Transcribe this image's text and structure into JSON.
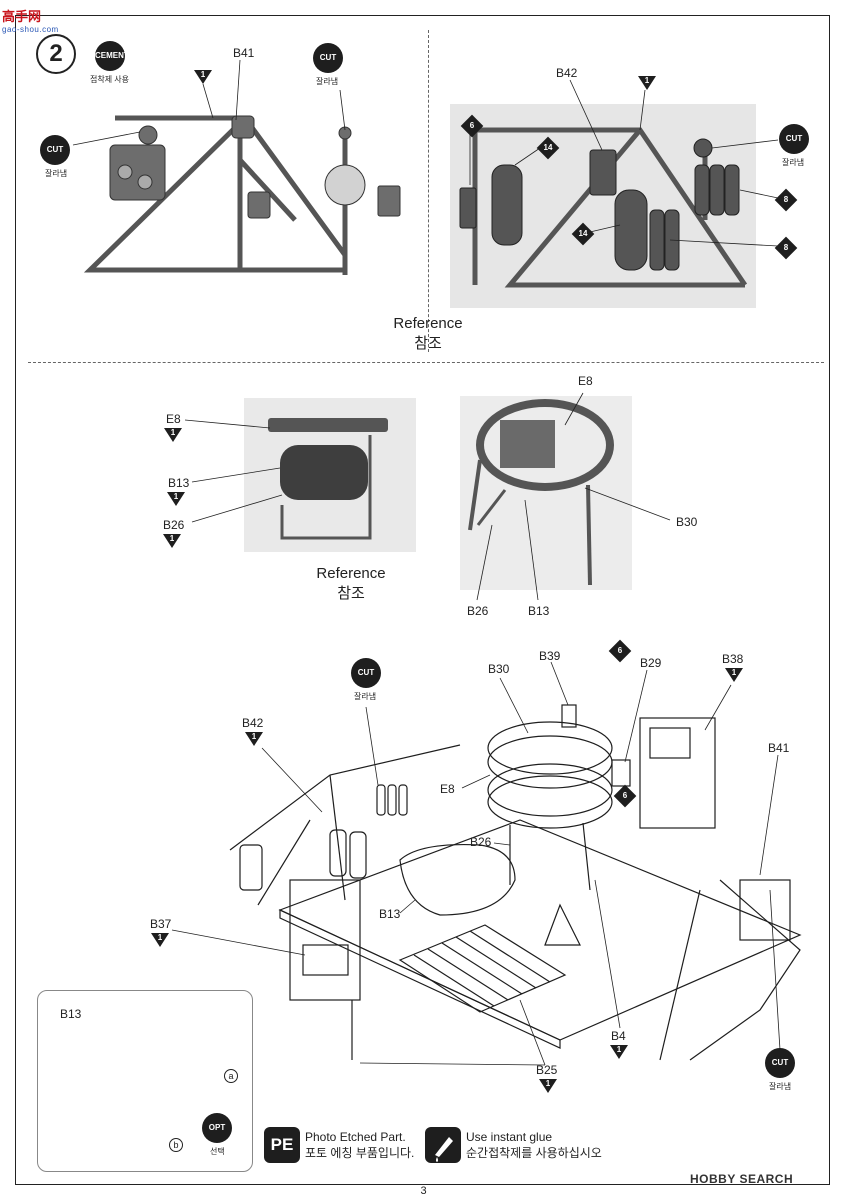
{
  "watermark": {
    "brand": "高手网",
    "url": "gao-shou.com"
  },
  "step": {
    "number": "2"
  },
  "badges": {
    "cement_label": "CEMENT",
    "cement_caption": "접착제 사용",
    "cut_label": "CUT",
    "cut_caption": "잘라냄",
    "opt_label": "OPT",
    "opt_caption": "선택"
  },
  "top_left_sprue": {
    "part_label": "B41",
    "runner_number": "1"
  },
  "top_right_sprue": {
    "part_label": "B42",
    "runner_number": "1",
    "diamond_six": "6",
    "diamond_fourteen_a": "14",
    "diamond_fourteen_b": "14",
    "diamond_eight_a": "8",
    "diamond_eight_b": "8"
  },
  "reference": {
    "en": "Reference",
    "ko": "참조"
  },
  "middle_left": {
    "e8": "E8",
    "b13": "B13",
    "b26": "B26",
    "runner_number": "1"
  },
  "middle_right": {
    "e8": "E8",
    "b30": "B30",
    "b26": "B26",
    "b13": "B13"
  },
  "assembly": {
    "b42": "B42",
    "b39": "B39",
    "b30": "B30",
    "b29": "B29",
    "b38": "B38",
    "b41": "B41",
    "e8": "E8",
    "b26": "B26",
    "b13": "B13",
    "b37": "B37",
    "b4": "B4",
    "b25": "B25",
    "runner_number": "1",
    "diamond_six": "6"
  },
  "inset": {
    "b13": "B13",
    "mark_a": "a",
    "mark_b": "b"
  },
  "legend": {
    "pe_icon": "PE",
    "pe_en": "Photo Etched Part.",
    "pe_ko": "포토 에칭 부품입니다.",
    "glue_en": "Use instant glue",
    "glue_ko": "순간접착제를 사용하십시오"
  },
  "footer": {
    "page_number": "3",
    "hobby_search": "HOBBY SEARCH"
  }
}
